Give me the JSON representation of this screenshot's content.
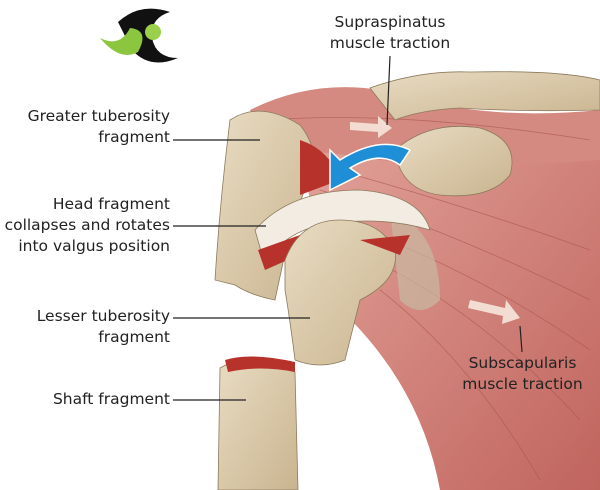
{
  "labels": {
    "supraspinatus": [
      "Supraspinatus",
      "muscle traction"
    ],
    "greater_tuberosity": [
      "Greater tuberosity",
      "fragment"
    ],
    "head_fragment": [
      "Head fragment",
      "collapses and rotates",
      "into valgus position"
    ],
    "lesser_tuberosity": [
      "Lesser tuberosity",
      "fragment"
    ],
    "shaft": [
      "Shaft fragment"
    ],
    "subscapularis": [
      "Subscapularis",
      "muscle traction"
    ]
  },
  "colors": {
    "muscle": "#c8706a",
    "bone": "#dccbad",
    "fracture": "#b8322c",
    "arrow": "#1e8fd6",
    "logo_green": "#8cc63f"
  }
}
